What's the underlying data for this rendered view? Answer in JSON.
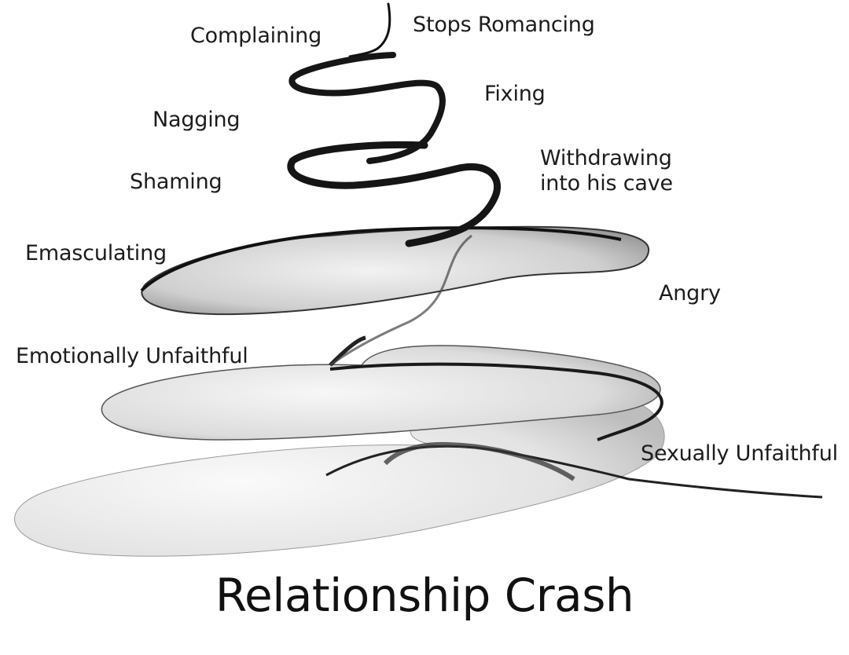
{
  "title": "Relationship Crash",
  "labels": {
    "stops_romancing": "Stops Romancing",
    "complaining": "Complaining",
    "fixing": "Fixing",
    "nagging": "Nagging",
    "withdrawing_line1": "Withdrawing",
    "withdrawing_line2": "into his cave",
    "shaming": "Shaming",
    "emasculating": "Emasculating",
    "angry": "Angry",
    "emotionally_unfaithful": "Emotionally Unfaithful",
    "sexually_unfaithful": "Sexually Unfaithful"
  },
  "colors": {
    "ribbon_dark": "#111111",
    "ribbon_light": "#e6e6e6",
    "text": "#1c1c1c"
  }
}
